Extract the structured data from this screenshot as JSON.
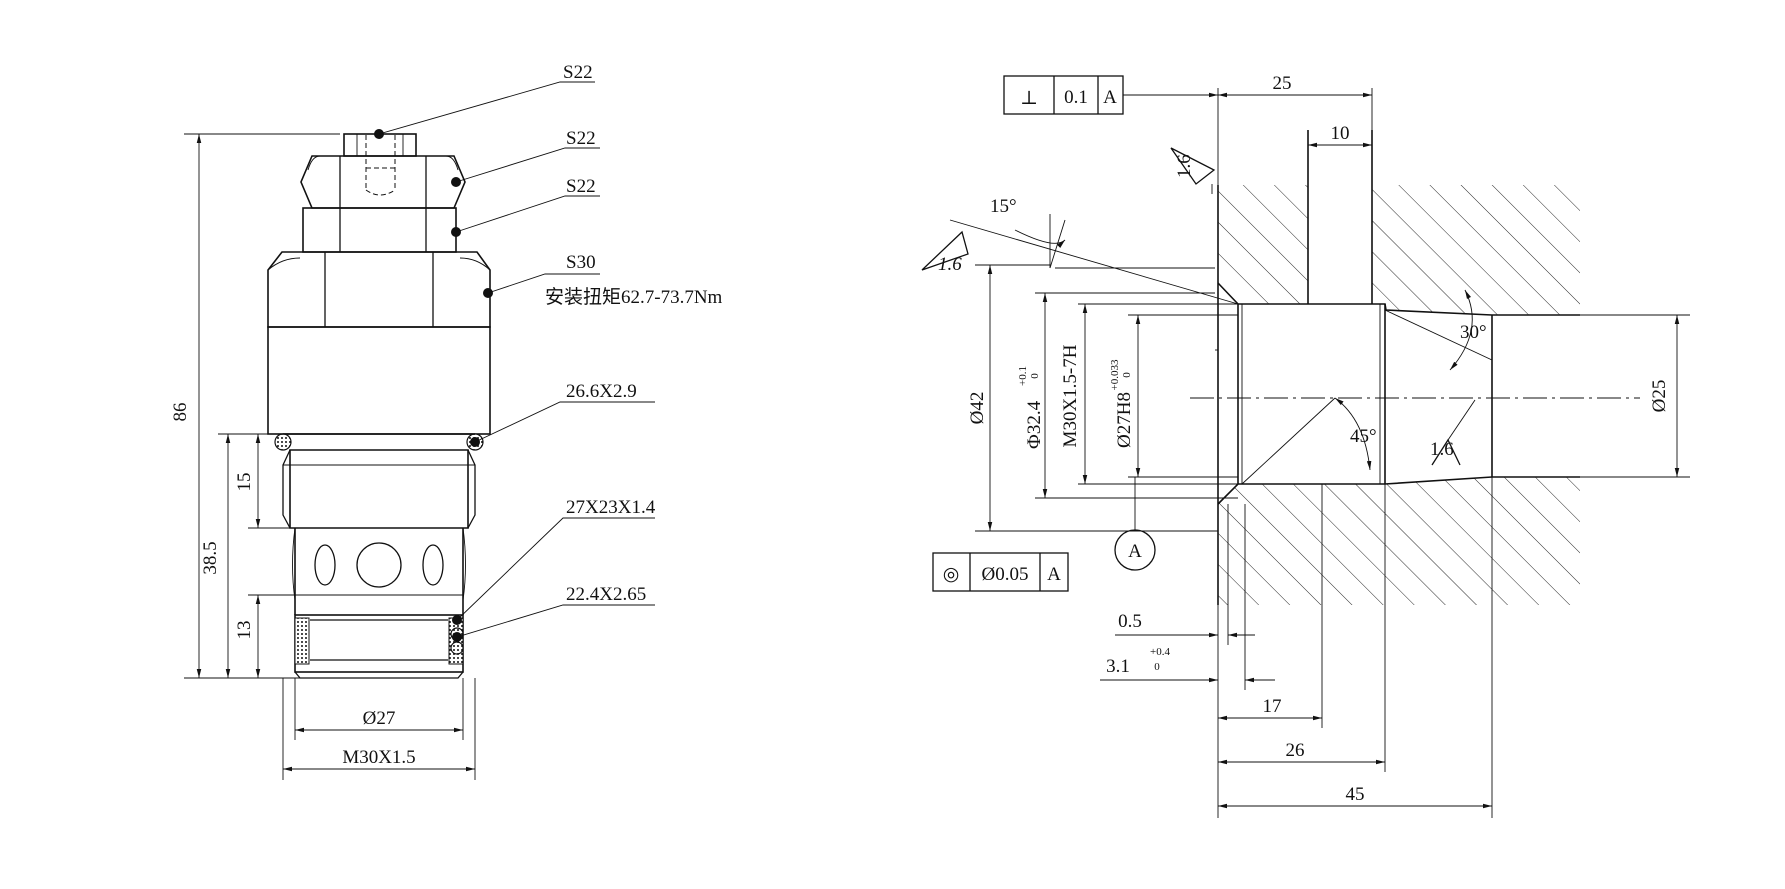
{
  "cartridge": {
    "callouts": [
      "S22",
      "S22",
      "S22",
      "S30",
      "26.6X2.9",
      "27X23X1.4",
      "22.4X2.65"
    ],
    "torque_note": "安装扭矩62.7-73.7Nm",
    "dims": {
      "overall_length": "86",
      "body_length": "38.5",
      "upper_band": "15",
      "lower_band": "13",
      "diameter": "Ø27",
      "thread": "M30X1.5"
    }
  },
  "cavity": {
    "perpendicularity": {
      "symbol": "⊥",
      "tolerance": "0.1",
      "datum": "A"
    },
    "concentricity": {
      "symbol": "◎",
      "tolerance": "Ø0.05",
      "datum": "A"
    },
    "datum_label": "A",
    "surface_finish": [
      "1.6",
      "1.6",
      "1.6"
    ],
    "angles": [
      "15°",
      "30°",
      "45°"
    ],
    "dims": {
      "depth_25": "25",
      "depth_10": "10",
      "dia_42": "Ø42",
      "dia_32": "Ф32.4",
      "dia_32_tol_upper": "+0.1",
      "dia_32_tol_lower": "0",
      "thread": "M30X1.5-7H",
      "dia_27": "Ø27H8",
      "dia_27_tol_upper": "+0.033",
      "dia_27_tol_lower": "0",
      "dia_25": "Ø25",
      "chamfer_05": "0.5",
      "depth_31": "3.1",
      "depth_31_tol_upper": "+0.4",
      "depth_31_tol_lower": "0",
      "depth_17": "17",
      "depth_26": "26",
      "depth_45": "45"
    }
  }
}
